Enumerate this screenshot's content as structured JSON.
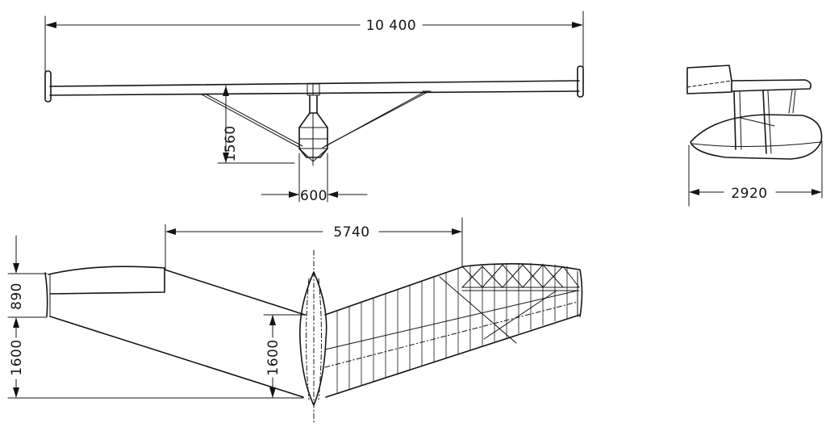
{
  "dimensions": {
    "span": "10 400",
    "strut_height": "1560",
    "fuselage_width": "600",
    "side_length": "2920",
    "wing_sweep_offset": "5740",
    "root_to_trailing": "890",
    "trailing_span_offset": "1600",
    "center_chord": "1600"
  }
}
